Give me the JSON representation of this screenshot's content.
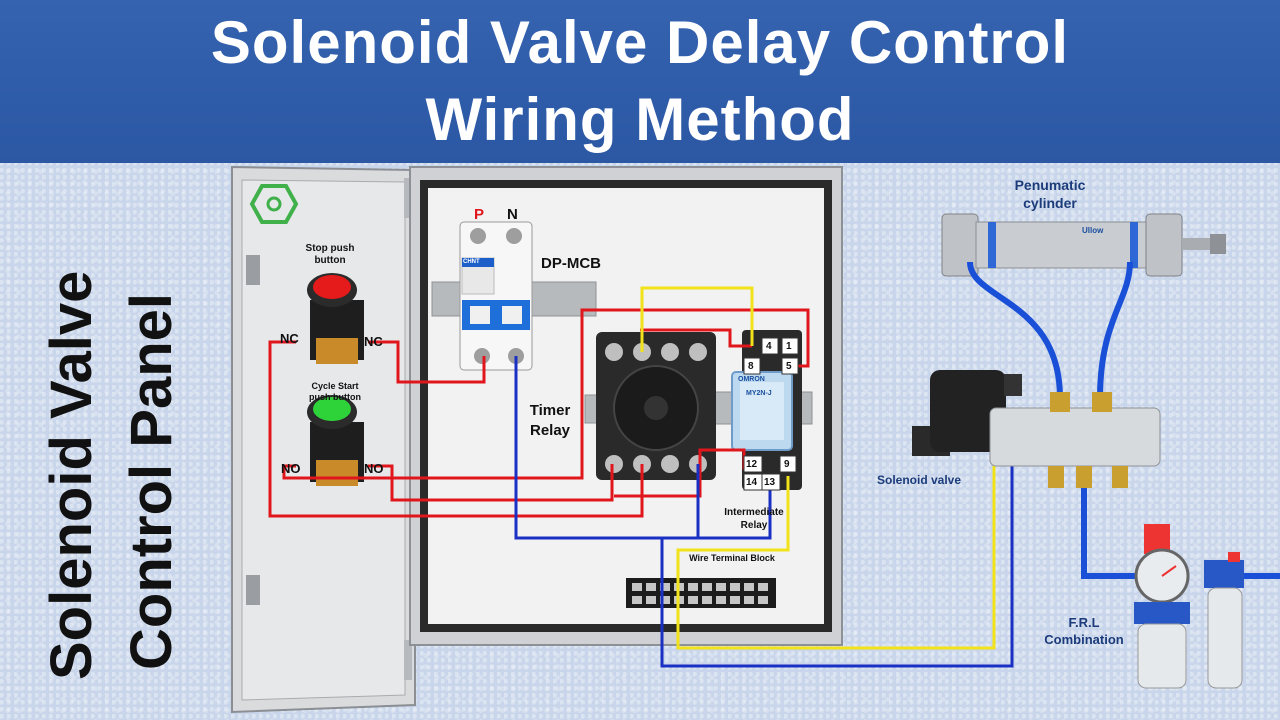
{
  "banner": {
    "line1": "Solenoid Valve Delay Control",
    "line2": "Wiring Method"
  },
  "side_title": {
    "line1": "Solenoid Valve",
    "line2": "Control Panel"
  },
  "labels": {
    "stop_push_button": "Stop push button",
    "cycle_start_push_button": "Cycle Start push button",
    "nc_left": "NC",
    "nc_right": "NC",
    "no_left": "NO",
    "no_right": "NO",
    "mcb_p": "P",
    "mcb_n": "N",
    "dp_mcb": "DP-MCB",
    "timer_relay": "Timer Relay",
    "intermediate_relay": "Intermediate Relay",
    "wire_terminal_block": "Wire Terminal Block",
    "pneumatic_cylinder": "Penumatic cylinder",
    "solenoid_valve": "Solenoid valve",
    "frl_combination": "F.R.L Combination",
    "mcb_brand": "CHNT",
    "relay_brand": "OMRON",
    "relay_model": "MY2N-J",
    "cylinder_brand": "Ullow",
    "pin_4": "4",
    "pin_1": "1",
    "pin_8": "8",
    "pin_5": "5",
    "pin_12": "12",
    "pin_9": "9",
    "pin_14": "14",
    "pin_13": "13"
  },
  "colors": {
    "banner": "#2e5aa8",
    "wire_red": "#e0161c",
    "wire_blue": "#1a2fc4",
    "wire_yellow": "#f2e21a",
    "air_hose": "#1a4fd8",
    "start_button": "#2ed33a",
    "stop_button": "#e51a1a"
  }
}
